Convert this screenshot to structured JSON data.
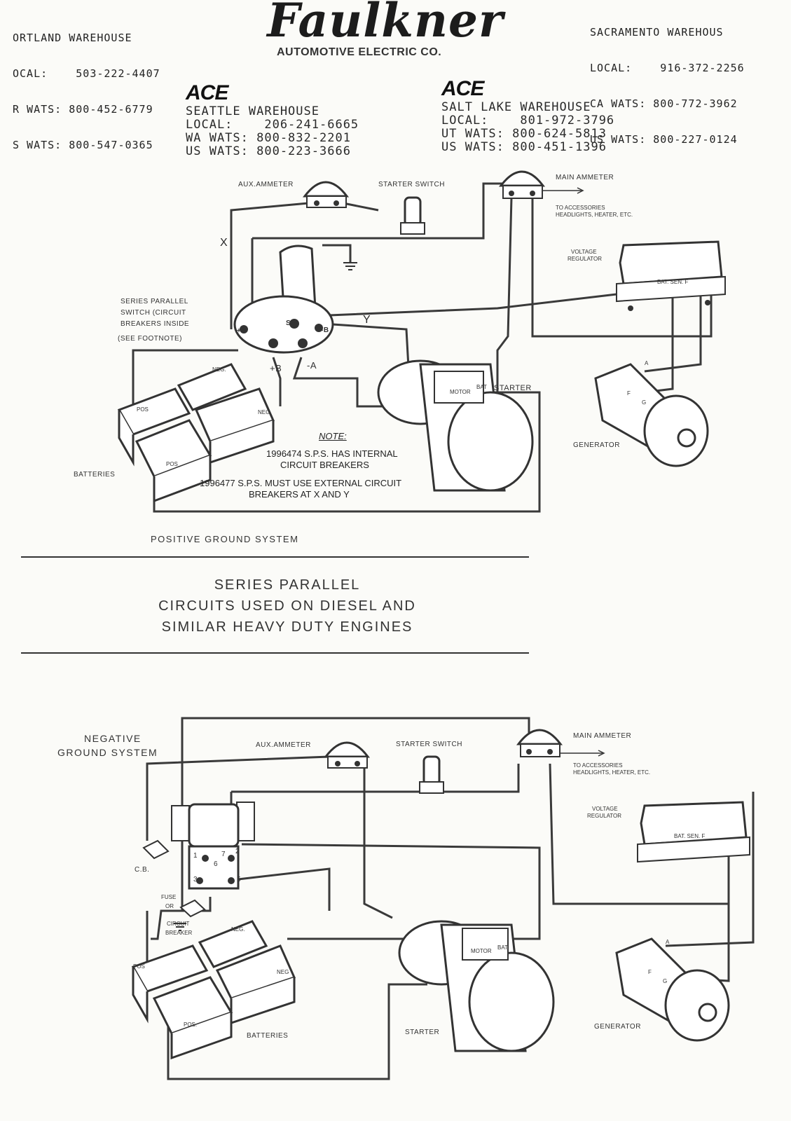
{
  "header": {
    "portland": {
      "title": "ORTLAND WAREHOUSE",
      "local": "OCAL:    503-222-4407",
      "or_wats": "R WATS: 800-452-6779",
      "us_wats": "S WATS: 800-547-0365"
    },
    "logo": {
      "script": "Faulkner",
      "subtitle": "AUTOMOTIVE ELECTRIC CO."
    },
    "sacramento": {
      "title": "SACRAMENTO WAREHOUS",
      "local": "LOCAL:    916-372-2256",
      "ca_wats": "CA WATS: 800-772-3962",
      "us_wats": "US WATS: 800-227-0124"
    },
    "seattle": {
      "logo": "ACE",
      "title": "SEATTLE WAREHOUSE",
      "local": "LOCAL:    206-241-6665",
      "wa_wats": "WA WATS: 800-832-2201",
      "us_wats": "US WATS: 800-223-3666"
    },
    "saltlake": {
      "logo": "ACE",
      "title": "SALT LAKE WAREHOUSE",
      "local": "LOCAL:    801-972-3796",
      "ut_wats": "UT WATS: 800-624-5813",
      "us_wats": "US WATS: 800-451-1396"
    }
  },
  "positive_diagram": {
    "aux_ammeter": "AUX.AMMETER",
    "starter_switch": "STARTER SWITCH",
    "main_ammeter": "MAIN AMMETER",
    "accessories_1": "TO ACCESSORIES",
    "accessories_2": "HEADLIGHTS, HEATER, ETC.",
    "voltage_1": "VOLTAGE",
    "voltage_2": "REGULATOR",
    "reg_terms": "BAT.  SEN.  F",
    "sps_1": "SERIES PARALLEL",
    "sps_2": "SWITCH (CIRCUIT",
    "sps_3": "BREAKERS INSIDE",
    "sps_4": "(SEE FOOTNOTE)",
    "x_mark": "X",
    "y_mark": "Y",
    "term_a_plus": "+A",
    "term_sw": "SW",
    "term_b_minus": "-B",
    "term_b_plus": "+B",
    "term_a_minus": "-A",
    "neg": "NEG.",
    "neg2": "NEG",
    "pos": "POS",
    "pos2": "POS",
    "batteries": "BATTERIES",
    "starter": "STARTER",
    "motor": "MOTOR",
    "bat": "BAT",
    "generator": "GENERATOR",
    "gen_a": "A",
    "gen_f": "F",
    "gen_g": "G",
    "note_title": "NOTE:",
    "note_1": "1996474 S.P.S. HAS INTERNAL",
    "note_2": "CIRCUIT BREAKERS",
    "note_3": "1996477 S.P.S. MUST USE EXTERNAL CIRCUIT",
    "note_4": "BREAKERS AT X AND Y",
    "system": "POSITIVE GROUND SYSTEM"
  },
  "title_block": {
    "line1": "SERIES PARALLEL",
    "line2": "CIRCUITS USED ON DIESEL AND",
    "line3": "SIMILAR HEAVY DUTY ENGINES"
  },
  "negative_diagram": {
    "system_1": "NEGATIVE",
    "system_2": "GROUND SYSTEM",
    "aux_ammeter": "AUX.AMMETER",
    "starter_switch": "STARTER SWITCH",
    "main_ammeter": "MAIN AMMETER",
    "accessories_1": "TO ACCESSORIES",
    "accessories_2": "HEADLIGHTS, HEATER, ETC.",
    "voltage_1": "VOLTAGE",
    "voltage_2": "REGULATOR",
    "reg_terms": "BAT.  SEN.  F",
    "cb": "C.B.",
    "fuse_1": "FUSE",
    "fuse_2": "OR",
    "fuse_3": "CIRCUIT",
    "fuse_4": "BREAKER",
    "t1": "1",
    "t2": "2",
    "t3": "3",
    "t5": "5",
    "t6": "6",
    "t7": "7",
    "neg": "NEG.",
    "neg2": "NEG",
    "pos": "POS",
    "pos2": "POS.",
    "motor": "MOTOR",
    "bat": "BAT",
    "batteries": "BATTERIES",
    "starter": "STARTER",
    "generator": "GENERATOR",
    "gen_a": "A",
    "gen_f": "F",
    "gen_g": "G"
  },
  "colors": {
    "ink": "#3a3a3a",
    "paper": "#fbfbf8"
  }
}
